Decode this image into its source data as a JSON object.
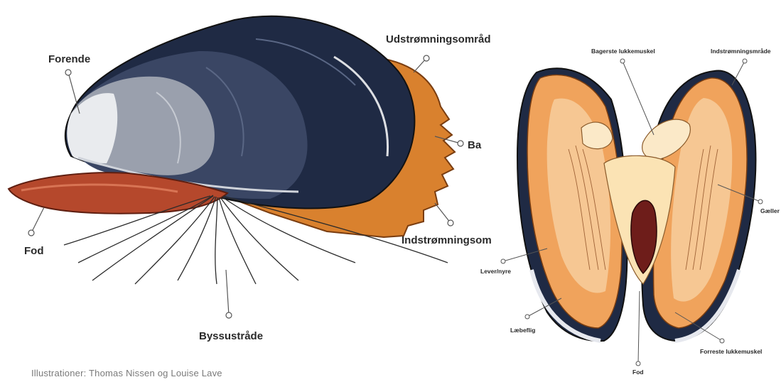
{
  "left_diagram": {
    "labels": {
      "forende": "Forende",
      "udstromning": "Udstrømningsområd",
      "bagende": "Ba",
      "indstromning": "Indstrømningsom",
      "byssus": "Byssustråde",
      "fod": "Fod"
    }
  },
  "right_diagram": {
    "labels": {
      "bagerste_lukkemuskel": "Bagerste lukkemuskel",
      "indstromning": "Indstrømningsmråde",
      "gaeller": "Gæller",
      "lever": "Lever/nyre",
      "laebeflig": "Læbeflig",
      "forreste_lukkemuskel": "Forreste lukkemuskel",
      "fod": "Fod"
    }
  },
  "credit": "Illustrationer: Thomas Nissen og Louise Lave",
  "colors": {
    "shell_dark": "#1f2a44",
    "shell_mid": "#3a4664",
    "shell_light": "#9aa0ad",
    "mantle_orange": "#d9812e",
    "foot_red": "#b5482c",
    "inner_peach": "#f4c08a",
    "foot_dark": "#6e1d1a"
  }
}
